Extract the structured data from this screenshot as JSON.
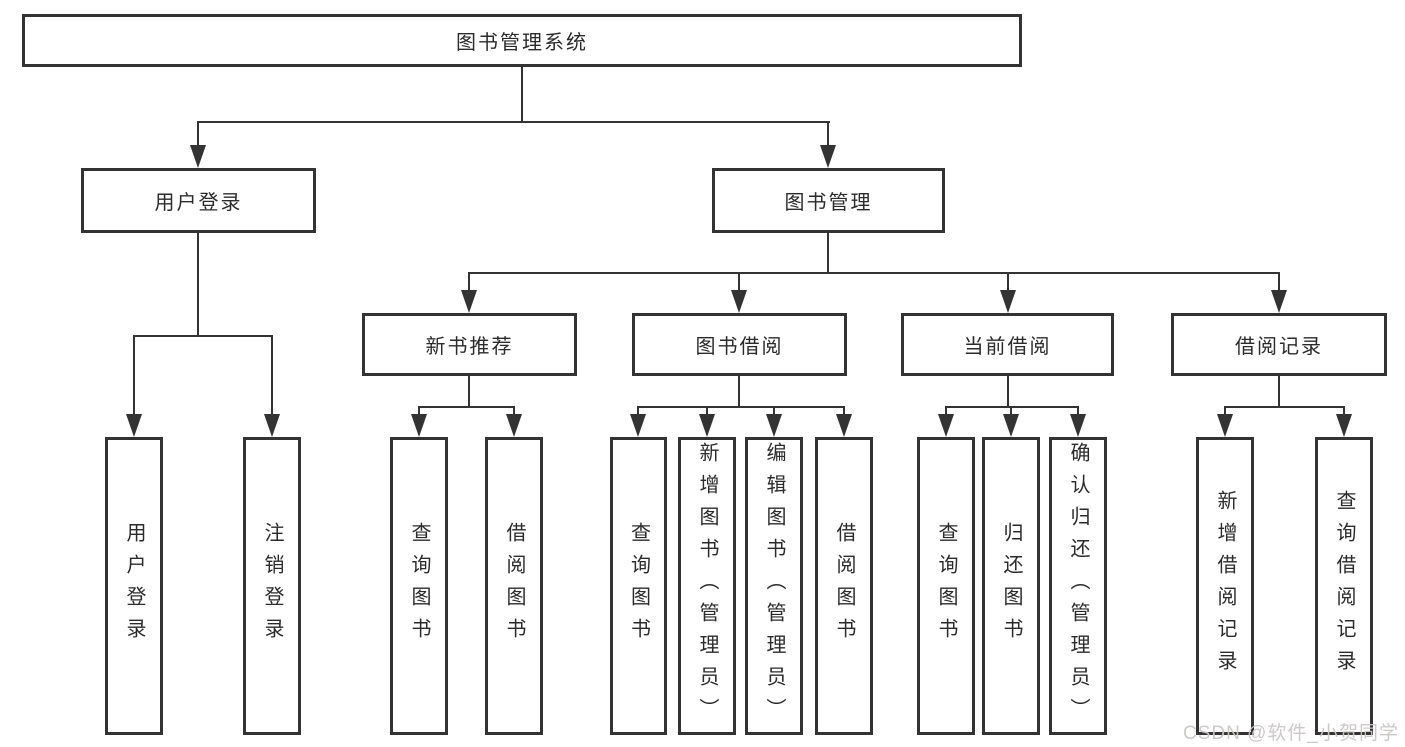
{
  "diagram": {
    "title": "图书管理系统",
    "root": {
      "label": "图书管理系统"
    },
    "branches": [
      {
        "label": "用户登录",
        "children": [
          {
            "label": "用户登录"
          },
          {
            "label": "注销登录"
          }
        ]
      },
      {
        "label": "图书管理",
        "children": [
          {
            "label": "新书推荐",
            "children": [
              {
                "label": "查询图书"
              },
              {
                "label": "借阅图书"
              }
            ]
          },
          {
            "label": "图书借阅",
            "children": [
              {
                "label": "查询图书"
              },
              {
                "label": "新增图书（管理员）"
              },
              {
                "label": "编辑图书（管理员）"
              },
              {
                "label": "借阅图书"
              }
            ]
          },
          {
            "label": "当前借阅",
            "children": [
              {
                "label": "查询图书"
              },
              {
                "label": "归还图书"
              },
              {
                "label": "确认归还（管理员）"
              }
            ]
          },
          {
            "label": "借阅记录",
            "children": [
              {
                "label": "新增借阅记录"
              },
              {
                "label": "查询借阅记录"
              }
            ]
          }
        ]
      }
    ]
  },
  "watermark": {
    "text": "CSDN @软件_小贺同学"
  },
  "colors": {
    "line": "#333333",
    "text": "#2b2b2b",
    "background": "#ffffff",
    "watermark": "#cbc6c6"
  }
}
